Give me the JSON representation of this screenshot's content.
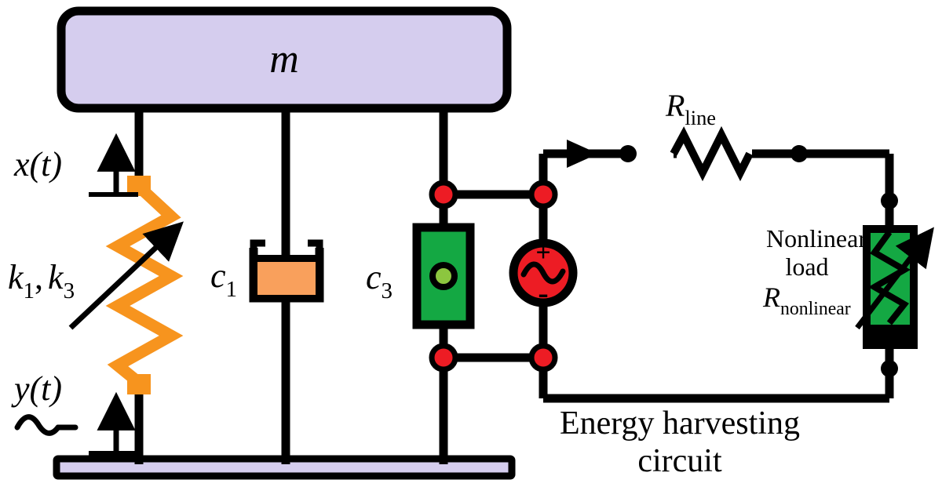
{
  "figure": {
    "title_caption_line1": "Energy harvesting",
    "title_caption_line2": "circuit",
    "mass_label": "m",
    "spring_label_k1": "k",
    "spring_label_k1_sub": "1",
    "spring_label_comma": ",",
    "spring_label_k3": "k",
    "spring_label_k3_sub": "3",
    "displacement_label": "x(t)",
    "base_excitation_label": "y(t)",
    "damper_label": "c",
    "damper_label_sub": "1",
    "transducer_label": "c",
    "transducer_label_sub": "3",
    "line_resistor_label": "R",
    "line_resistor_sub": "line",
    "nonlinear_load_line1": "Nonlinear",
    "nonlinear_load_line2": "load",
    "nonlinear_resistor_label": "R",
    "nonlinear_resistor_sub": "nonlinear",
    "source_plus": "+",
    "source_minus": "-"
  },
  "colors": {
    "mass_fill": "#d5cdee",
    "spring": "#f7941e",
    "damper_fill": "#f9a05c",
    "transducer_fill": "#14a843",
    "transducer_dot": "#8cc63f",
    "source_fill": "#ed1c24",
    "node_red": "#ed1c24",
    "nonlinear_fill": "#14a843",
    "nonlinear_base": "#000000",
    "base_fill": "#d5cdee",
    "stroke": "#000000",
    "background": "#ffffff"
  },
  "icons": {
    "ac_source": "ac-source-icon",
    "resistor": "resistor-icon",
    "variable_resistor": "variable-resistor-icon",
    "spring": "nonlinear-spring-icon",
    "dashpot": "dashpot-icon",
    "current_arrow": "current-direction-arrow-icon",
    "wave": "sine-wave-icon"
  }
}
